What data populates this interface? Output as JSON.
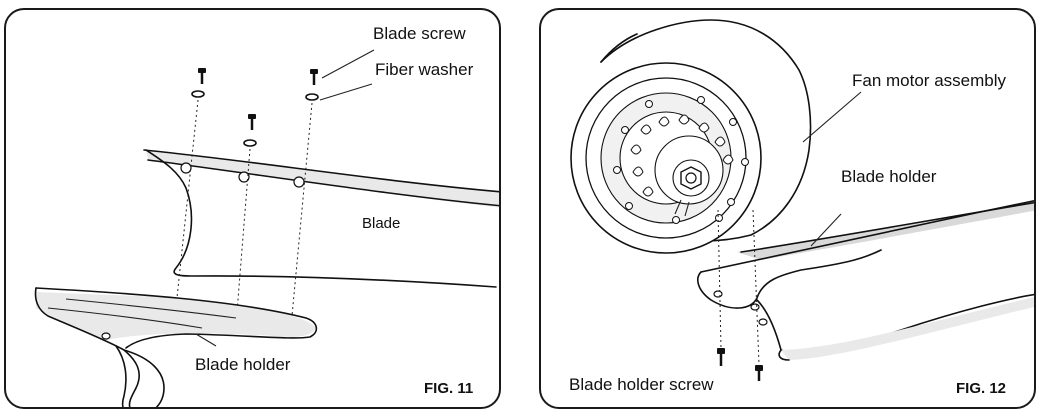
{
  "fig11": {
    "label_blade_screw": "Blade screw",
    "label_fiber_washer": "Fiber washer",
    "label_blade": "Blade",
    "label_blade_holder": "Blade holder",
    "fig_number": "FIG. 11"
  },
  "fig12": {
    "label_fan_motor": "Fan motor assembly",
    "label_blade_holder": "Blade holder",
    "label_blade_holder_screw": "Blade holder screw",
    "fig_number": "FIG. 12"
  }
}
